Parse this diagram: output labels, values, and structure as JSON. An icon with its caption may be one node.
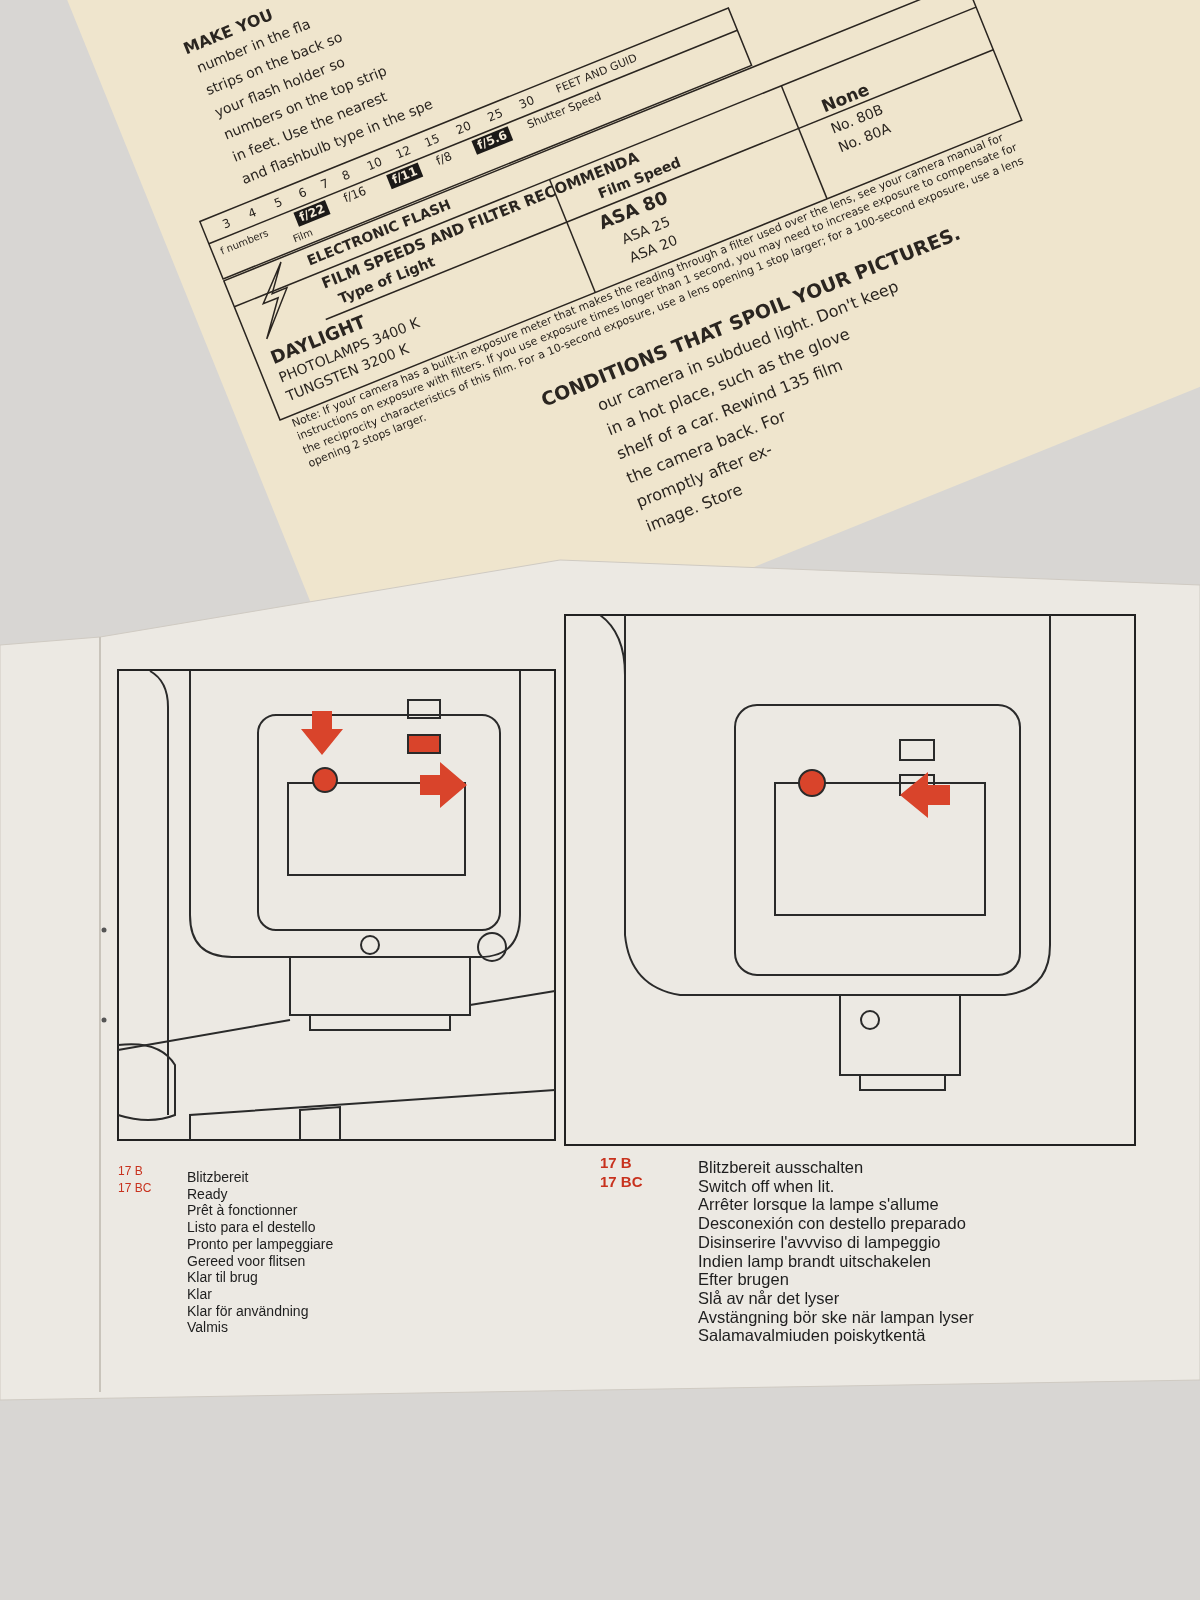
{
  "diagram": {
    "labels": [
      "MAKE YOU",
      "number in the fla",
      "strips on the back so",
      "your flash holder so",
      "numbers on the top strip",
      "in feet. Use the nearest",
      "and flashbulb type in the spe",
      "f numbers",
      "3",
      "4",
      "5",
      "6",
      "7",
      "8",
      "10",
      "12",
      "15",
      "20",
      "25",
      "30",
      "FEET AND GUID",
      "f/22",
      "f/16",
      "f/11",
      "f/8",
      "f/5.6",
      "Shutter Speed",
      "Film",
      "ELECTRONIC FLASH",
      "FILM SPEEDS AND FILTER RECOMMENDA",
      "Type of Light",
      "Film Speed",
      "DAYLIGHT",
      "PHOTOLAMPS 3400 K",
      "TUNGSTEN 3200 K",
      "ASA 80",
      "ASA 25",
      "ASA 20",
      "None",
      "No. 80B",
      "No. 80A",
      "Note: If your camera has a built-in exposure meter that makes the reading through a filter used over the lens, see your camera manual for instructions on exposure with filters. If you use exposure times longer than 1 second, you may need to increase exposure to compensate for the reciprocity characteristics of this film. For a 10-second exposure, use a lens opening 1 stop larger; for a 100-second exposure, use a lens opening 2 stops larger.",
      "CONDITIONS THAT SPOIL YOUR PICTURES.",
      "our camera in subdued light. Don't keep",
      "in a hot place, such as the glove",
      "shelf of a car. Rewind 135 film",
      "the camera back. For",
      "promptly after ex-",
      "image. Store",
      "17 B",
      "17 BC",
      "Blitzbereit",
      "Ready",
      "Prêt à fonctionner",
      "Listo para el destello",
      "Pronto per lampeggiare",
      "Gereed voor flitsen",
      "Klar til brug",
      "Klar",
      "Klar för användning",
      "Valmis",
      "17 B",
      "17 BC",
      "Blitzbereit ausschalten",
      "Switch off when lit.",
      "Arrêter lorsque la lampe s'allume",
      "Desconexión con destello preparado",
      "Disinserire l'avvviso di lampeggio",
      "Indien lamp brandt uitschakelen",
      "Efter brugen",
      "Slå av når det lyser",
      "Avstängning bör ske när lampan lyser",
      "Salamavalmiuden poiskytkentä"
    ]
  }
}
